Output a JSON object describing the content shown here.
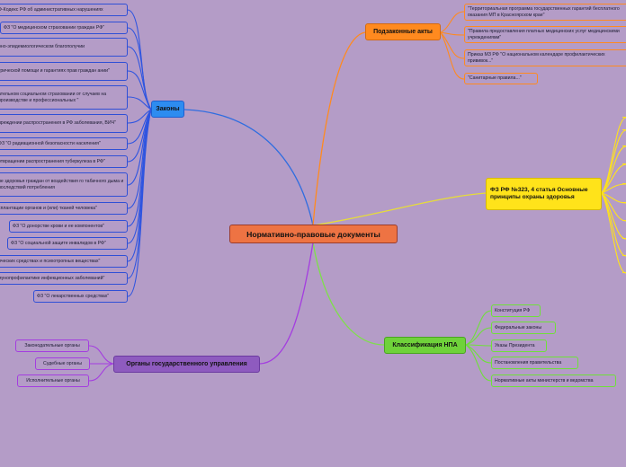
{
  "root": {
    "label": "Нормативно-правовые документы"
  },
  "laws": {
    "label": "Законы",
    "items": [
      "Ф-Кодекс РФ об административных нарушениях",
      "ФЗ \"О медицинском страховании граждан РФ\"",
      "рно-эпидемиологическом благополучии",
      "трической помощи и гарантиях прав граждан ании\"",
      "ательном социальном страховании от случаев на производстве и профессиональных \"",
      "преждении распространения в РФ заболевания, ВИЧ\"",
      "ФЗ \"О радиационной безопасности населения\"",
      "отвращении распространения туберкулеза в РФ\"",
      "не здоровья граждан от воздействия го табачного дыма и последствий потребления",
      "сплантации органов и (или) тканей человека\"",
      "ФЗ \"О донорстве крови и ее компонентов\"",
      "ФЗ \"О социальной защите инвалидов в РФ\"",
      "ических средствах и психотропных веществах\"",
      "мунопрофилактике инфекционных заболеваний\"",
      "ФЗ \"О лекарственных средствах\""
    ]
  },
  "bylaws": {
    "label": "Подзаконные акты",
    "items": [
      "\"Территориальная программа государственных гарантий бесплатного оказания МП в Красноярском крае\"",
      "\"Правила предоставления платных медицинских услуг медицинскими учреждениями\"",
      "Приказ МЗ РФ \"О национальном календаре профилактических прививок...\"",
      "\"Санитарные правила...\""
    ]
  },
  "fz323": {
    "label": "ФЗ РФ №323, 4 статья Основные принципы охраны здоровья"
  },
  "classification": {
    "label": "Классификация НПА",
    "items": [
      "Конституция РФ",
      "Федеральные законы",
      "Указы Президента",
      "Постановления правительства",
      "Нормативные акты министерств и ведомства"
    ]
  },
  "government": {
    "label": "Органы государственного управления",
    "items": [
      "Законодательные органы",
      "Судебные органы",
      "Исполнительные органы"
    ]
  },
  "colors": {
    "background": "#b49cc7",
    "laws": "#2d8cf0",
    "bylaws": "#ff8a1f",
    "fz323": "#ffe31a",
    "classification": "#6fd23a",
    "government": "#8e5bbf",
    "root": "#ee7343"
  }
}
